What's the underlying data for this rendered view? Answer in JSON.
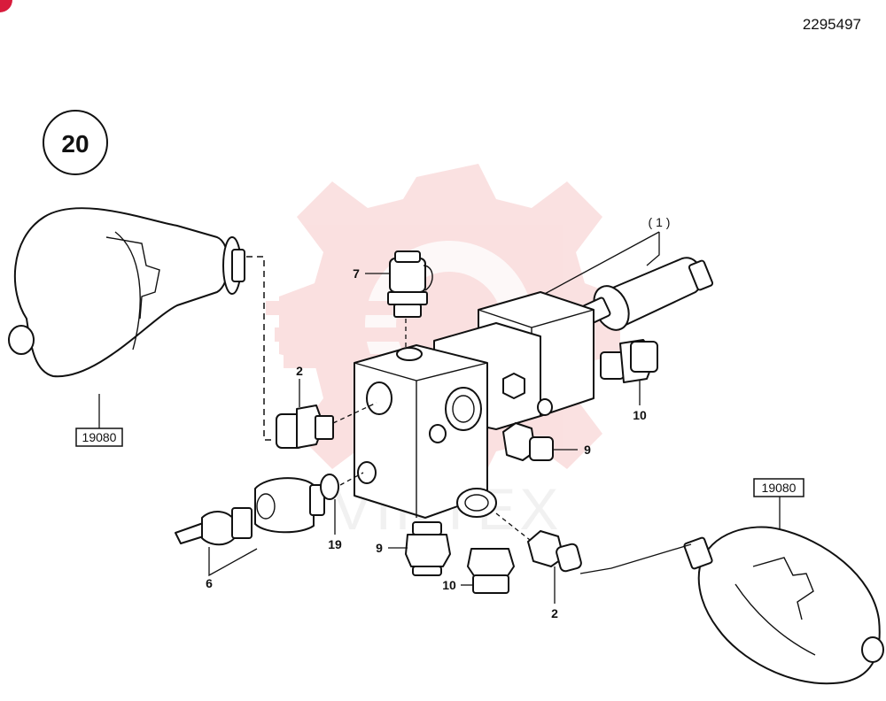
{
  "document_number": "2295497",
  "section_number": "20",
  "watermark_text": "VIKTEX",
  "colors": {
    "line": "#111111",
    "watermark": "#f6c8c8",
    "corner_badge": "#d81b3c"
  },
  "callouts": {
    "group_1": "( 1 )",
    "accumulator_left": "19080",
    "accumulator_right": "19080",
    "item_2_left": "2",
    "item_2_right": "2",
    "item_6": "6",
    "item_7": "7",
    "item_9_right": "9",
    "item_9_bottom": "9",
    "item_10_right": "10",
    "item_10_bottom": "10",
    "item_19": "19"
  }
}
